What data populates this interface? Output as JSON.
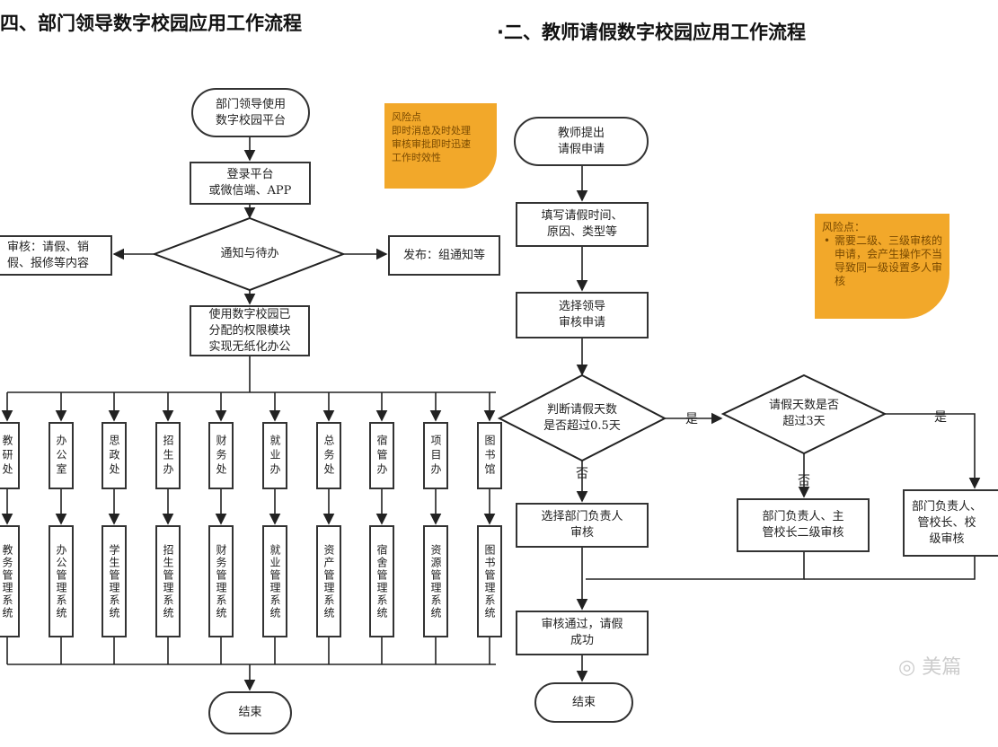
{
  "left": {
    "title": "四、部门领导数字校园应用工作流程",
    "start": "部门领导使用\n数字校园平台",
    "login": "登录平台\n或微信端、APP",
    "decision": "通知与待办",
    "left_branch": "审核：请假、销\n假、报修等内容",
    "right_branch": "发布：组通知等",
    "use": "使用数字校园已\n分配的权限模块\n实现无纸化办公",
    "note": {
      "title": "风险点",
      "text": "即时消息及时处理\n审核审批即时迅速\n工作时效性"
    },
    "departments": [
      {
        "name": "教研处",
        "system": "教务管理系统"
      },
      {
        "name": "办公室",
        "system": "办公管理系统"
      },
      {
        "name": "思政处",
        "system": "学生管理系统"
      },
      {
        "name": "招生办",
        "system": "招生管理系统"
      },
      {
        "name": "财务处",
        "system": "财务管理系统"
      },
      {
        "name": "就业办",
        "system": "就业管理系统"
      },
      {
        "name": "总务处",
        "system": "资产管理系统"
      },
      {
        "name": "宿管办",
        "system": "宿舍管理系统"
      },
      {
        "name": "项目办",
        "system": "资源管理系统"
      },
      {
        "name": "图书馆",
        "system": "图书管理系统"
      }
    ],
    "end": "结束"
  },
  "right": {
    "title": "·二、教师请假数字校园应用工作流程",
    "start": "教师提出\n请假申请",
    "fill": "填写请假时间、\n原因、类型等",
    "select": "选择领导\n审核申请",
    "decision1": "判断请假天数\n是否超过0.5天",
    "decision2": "请假天数是否\n超过3天",
    "yes1": "是",
    "yes2": "是",
    "no1": "否",
    "no2": "否",
    "dept_head": "选择部门负责人\n审核",
    "two_level": "部门负责人、主\n管校长二级审核",
    "three_level": "部门负责人、\n管校长、校\n级审核",
    "success": "审核通过，请假\n成功",
    "end": "结束",
    "note": {
      "title": "风险点：",
      "text": "需要二级、三级审核的申请，会产生操作不当导致同一级设置多人审核"
    }
  },
  "watermark": "美篇"
}
